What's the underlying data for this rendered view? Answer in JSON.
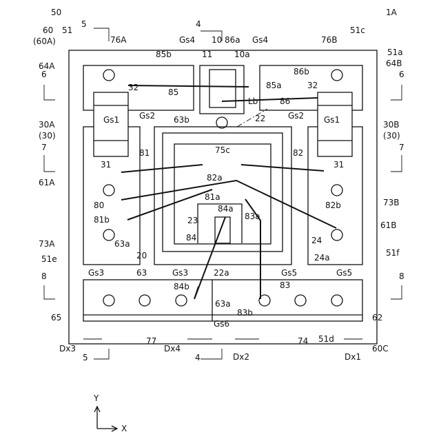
{
  "figure": {
    "number": "1A",
    "module_ref": "50",
    "base_ref": "60",
    "base_ref_variant": "(60A)",
    "outer_ref": "51",
    "edges": {
      "top": "51c",
      "right_upper": "51a",
      "left": "51e",
      "right": "51f",
      "bottom": "51d"
    },
    "sections": {
      "s4": "4",
      "s5": "5",
      "s6": "6",
      "s7": "7",
      "s8": "8"
    }
  },
  "labels": {
    "l76A": "76A",
    "l76B": "76B",
    "lGs4a": "Gs4",
    "lGs4b": "Gs4",
    "l10": "10",
    "l86a": "86a",
    "l11": "11",
    "l10a": "10a",
    "l64A": "64A",
    "l64B": "64B",
    "l85b": "85b",
    "l86b": "86b",
    "l85a": "85a",
    "l85": "85",
    "l86": "86",
    "l32a": "32",
    "l32b": "32",
    "lLb": "Lb",
    "l63b": "63b",
    "l30A": "30A",
    "l30Ap": "(30)",
    "l30B": "30B",
    "l30Bp": "(30)",
    "lGs1a": "Gs1",
    "lGs1b": "Gs1",
    "lGs2a": "Gs2",
    "lGs2b": "Gs2",
    "l22": "22",
    "l75c": "75c",
    "l81": "81",
    "l82": "82",
    "l31a": "31",
    "l31b": "31",
    "l61A": "61A",
    "l61B": "61B",
    "l82a": "82a",
    "l80": "80",
    "l81a": "81a",
    "l82b": "82b",
    "l73B": "73B",
    "l81b": "81b",
    "l84a": "84a",
    "l83a": "83a",
    "l23": "23",
    "l84": "84",
    "l73A": "73A",
    "l63a": "63a",
    "l20": "20",
    "l24": "24",
    "l24a": "24a",
    "l63": "63",
    "lGs3a": "Gs3",
    "lGs3b": "Gs3",
    "l22a": "22a",
    "lGs5a": "Gs5",
    "lGs5b": "Gs5",
    "l84b": "84b",
    "l83": "83",
    "l63a2": "63a",
    "l83b": "83b",
    "l65": "65",
    "l62": "62",
    "lGs6": "Gs6",
    "l77": "77",
    "l74": "74",
    "l60C": "60C",
    "lDx3": "Dx3",
    "lDx4": "Dx4",
    "lDx2": "Dx2",
    "lDx1": "Dx1",
    "axisY": "Y",
    "axisX": "X"
  }
}
